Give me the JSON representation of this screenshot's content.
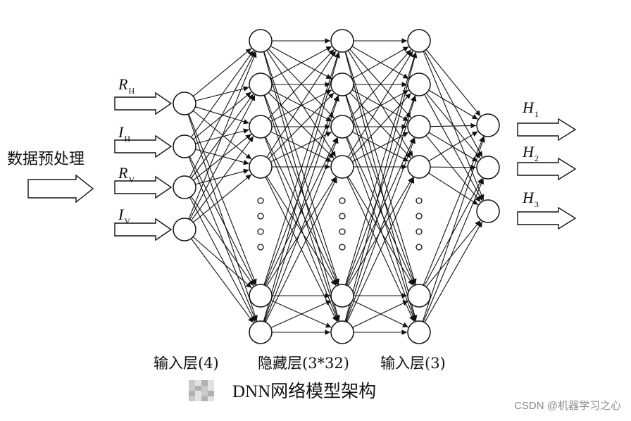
{
  "preprocess_label": "数据预处理",
  "inputs": [
    {
      "main": "R",
      "sub": "H"
    },
    {
      "main": "I",
      "sub": "H"
    },
    {
      "main": "R",
      "sub": "V"
    },
    {
      "main": "I",
      "sub": "V"
    }
  ],
  "outputs": [
    {
      "main": "H",
      "sub": "1"
    },
    {
      "main": "H",
      "sub": "2"
    },
    {
      "main": "H",
      "sub": "3"
    }
  ],
  "layer_labels": {
    "input": "输入层(4)",
    "hidden": "隐藏层(3*32)",
    "output": "输入层(3)"
  },
  "caption": "DNN网络模型架构",
  "watermark": "CSDN @机器学习之心"
}
